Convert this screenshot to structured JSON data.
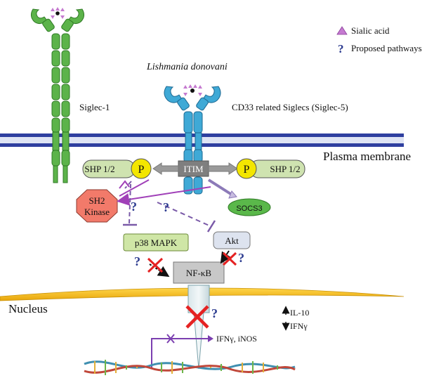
{
  "legend": {
    "sialic_acid_label": "Sialic acid",
    "proposed_label": "Proposed pathways",
    "question_mark": "?"
  },
  "receptors": {
    "siglec1_label": "Siglec-1",
    "cd33_label": "CD33 related Siglecs (Siglec-5)",
    "pathogen_label": "Lishmania donovani"
  },
  "membrane": {
    "plasma_label": "Plasma membrane",
    "nucleus_label": "Nucleus"
  },
  "nodes": {
    "itim": "ITIM",
    "shp_left": "SHP 1/2",
    "shp_right": "SHP 1/2",
    "p_left": "P",
    "p_right": "P",
    "sh2_line1": "SH2",
    "sh2_line2": "Kinase",
    "socs3": "SOCS3",
    "p38": "p38 MAPK",
    "akt": "Akt",
    "nfkb": "NF-κB"
  },
  "outputs": {
    "il10": "IL-10",
    "ifng": "IFNγ",
    "ifng_inos": "IFNγ, iNOS"
  },
  "colors": {
    "receptor_green": "#5cb34a",
    "receptor_blue": "#3fa9d6",
    "membrane_blue": "#2f3fa0",
    "inhibit_purple": "#a040b8",
    "dashed_purple": "#7a5aa8",
    "shp_green": "#cfe3b0",
    "p_yellow": "#f3e600",
    "sh2_red": "#f27a6a",
    "socs3_green": "#5ab84a",
    "p38_green": "#cfe6a6",
    "akt_gray": "#dde3ef",
    "nfkb_gray": "#c8c8c8",
    "nucleus_gold": "#f2b318",
    "cross_red": "#e52222",
    "question_blue": "#2b3a8f"
  }
}
